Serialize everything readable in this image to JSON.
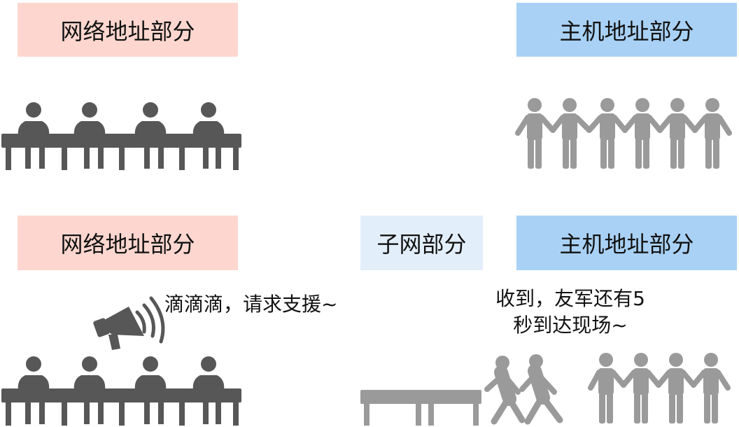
{
  "row1": {
    "network_label": "网络地址部分",
    "host_label": "主机地址部分"
  },
  "row2": {
    "network_label": "网络地址部分",
    "subnet_label": "子网部分",
    "host_label": "主机地址部分",
    "help_message": "滴滴滴，请求支援~",
    "reply_line1": "收到，友军还有5",
    "reply_line2": "秒到达现场~"
  },
  "colors": {
    "network_bg": "#fdd7cf",
    "host_bg": "#a9d1f5",
    "subnet_bg": "#e3eefb",
    "dark_figure": "#575757",
    "light_figure": "#9a9a9a"
  },
  "icons": [
    "seated-person-icon",
    "standing-person-icon",
    "walking-person-icon",
    "megaphone-icon",
    "table-icon"
  ]
}
